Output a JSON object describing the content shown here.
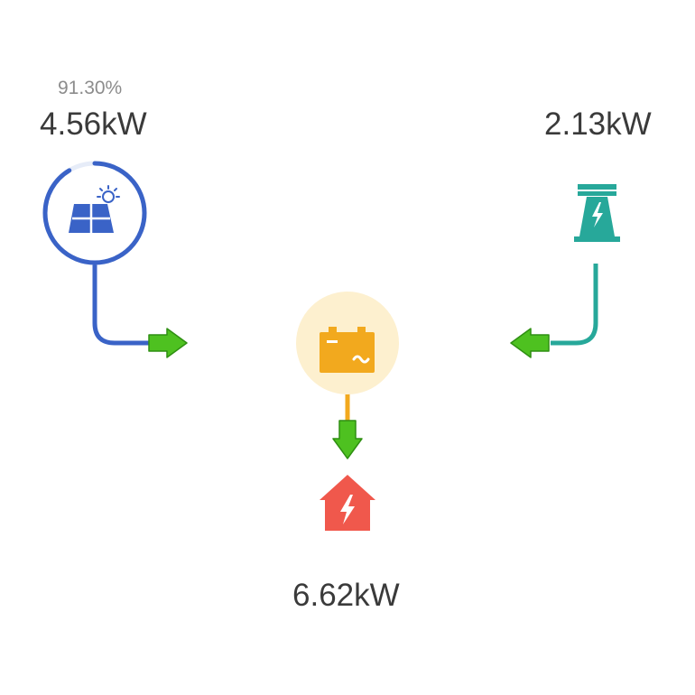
{
  "solar": {
    "percent": "91.30%",
    "power": "4.56kW",
    "color": "#3a63c7",
    "ring_fraction": 0.913,
    "icon": "solar-panel-sun-icon"
  },
  "grid": {
    "power": "2.13kW",
    "color": "#27a89a",
    "icon": "power-tower-icon"
  },
  "inverter": {
    "color": "#f2a91e",
    "bg_color": "#fdf0cf",
    "icon": "battery-inverter-icon"
  },
  "load": {
    "power": "6.62kW",
    "color": "#f0584c",
    "icon": "house-lightning-icon"
  },
  "flows": {
    "arrow_color": "#4ec120",
    "solar_to_inverter": "right",
    "grid_to_inverter": "left",
    "inverter_to_load": "down"
  }
}
